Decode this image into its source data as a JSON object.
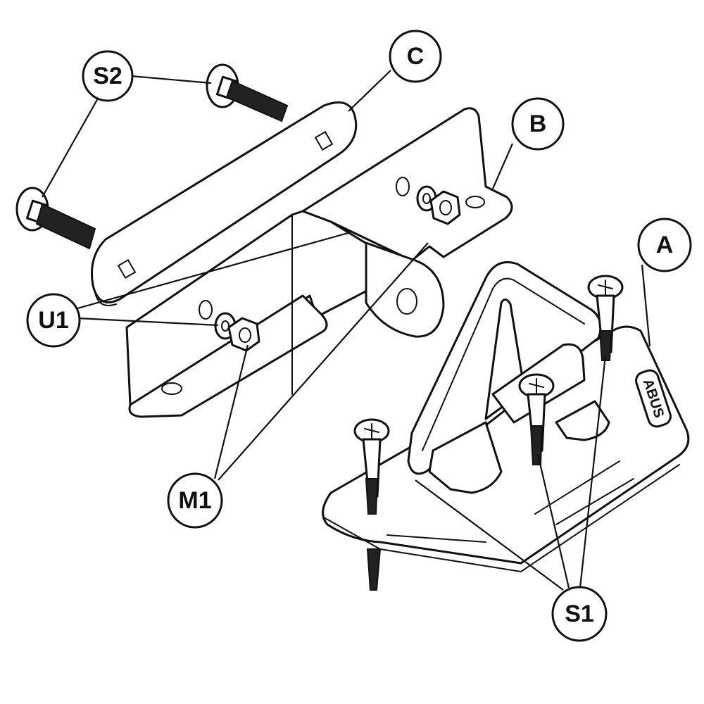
{
  "callouts": {
    "s2": "S2",
    "c": "C",
    "b": "B",
    "a": "A",
    "u1": "U1",
    "m1": "M1",
    "s1": "S1"
  },
  "logo": "ABUS",
  "colors": {
    "line": "#111111",
    "background": "#ffffff"
  }
}
